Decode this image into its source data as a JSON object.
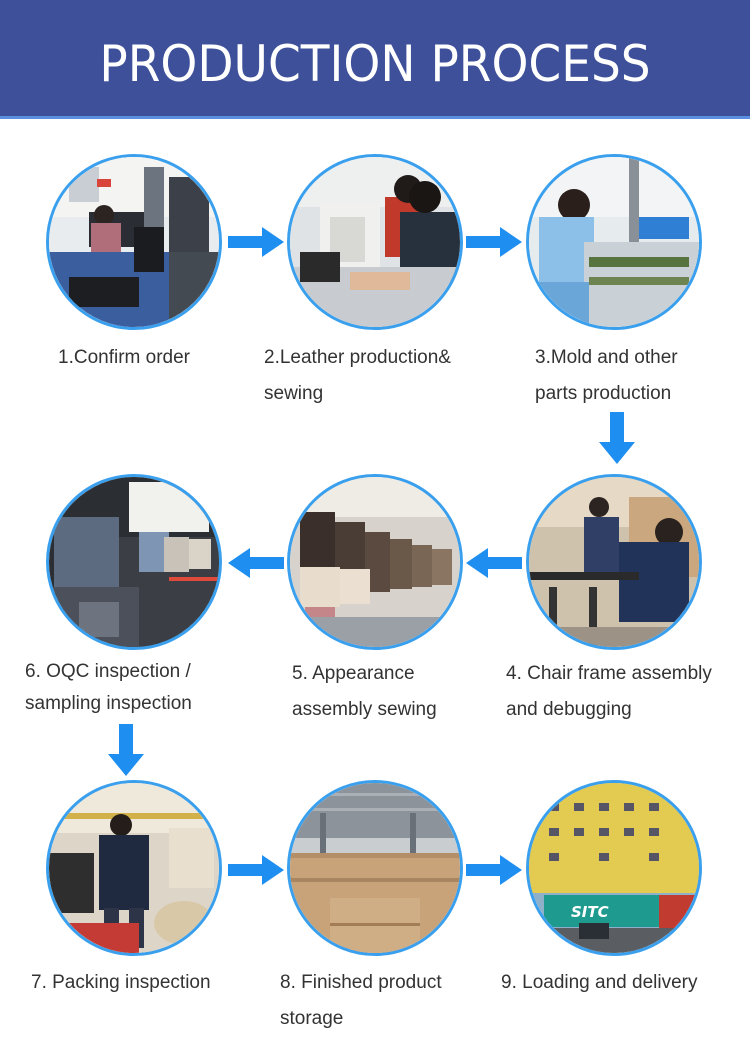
{
  "header": {
    "title": "PRODUCTION PROCESS",
    "bg": "#3d5099"
  },
  "accent": "#1e8ff0",
  "steps": [
    {
      "label1": "1.Confirm order",
      "label2": "",
      "photo": "office-order-photo"
    },
    {
      "label1": "2.Leather production&",
      "label2": "sewing",
      "photo": "sewing-workshop-photo"
    },
    {
      "label1": "3.Mold and other",
      "label2": "parts production",
      "photo": "parts-assembly-line-photo"
    },
    {
      "label1": "4. Chair frame assembly",
      "label2": "and debugging",
      "photo": "frame-assembly-photo"
    },
    {
      "label1": "5. Appearance",
      "label2": "assembly sewing",
      "photo": "chair-rows-photo"
    },
    {
      "label1": "6. OQC inspection /",
      "label2": "sampling inspection",
      "photo": "showroom-inspection-photo"
    },
    {
      "label1": "7. Packing inspection",
      "label2": "",
      "photo": "packing-worker-photo"
    },
    {
      "label1": "8. Finished product",
      "label2": "storage",
      "photo": "warehouse-boxes-photo"
    },
    {
      "label1": "9. Loading and delivery",
      "label2": "",
      "photo": "container-truck-photo"
    }
  ],
  "truck": {
    "logo": "SITC"
  }
}
